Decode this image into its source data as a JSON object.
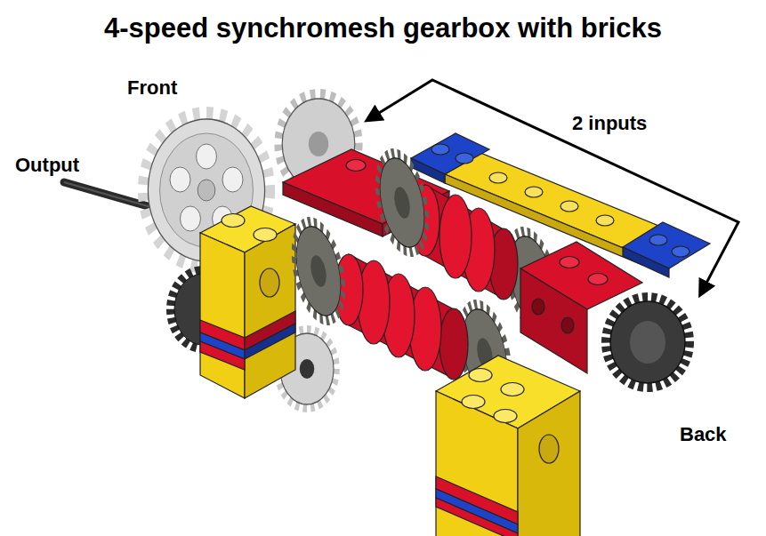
{
  "diagram": {
    "title": "4-speed synchromesh gearbox with bricks",
    "labels": [
      "Front",
      "Output",
      "2 inputs",
      "Back"
    ]
  }
}
